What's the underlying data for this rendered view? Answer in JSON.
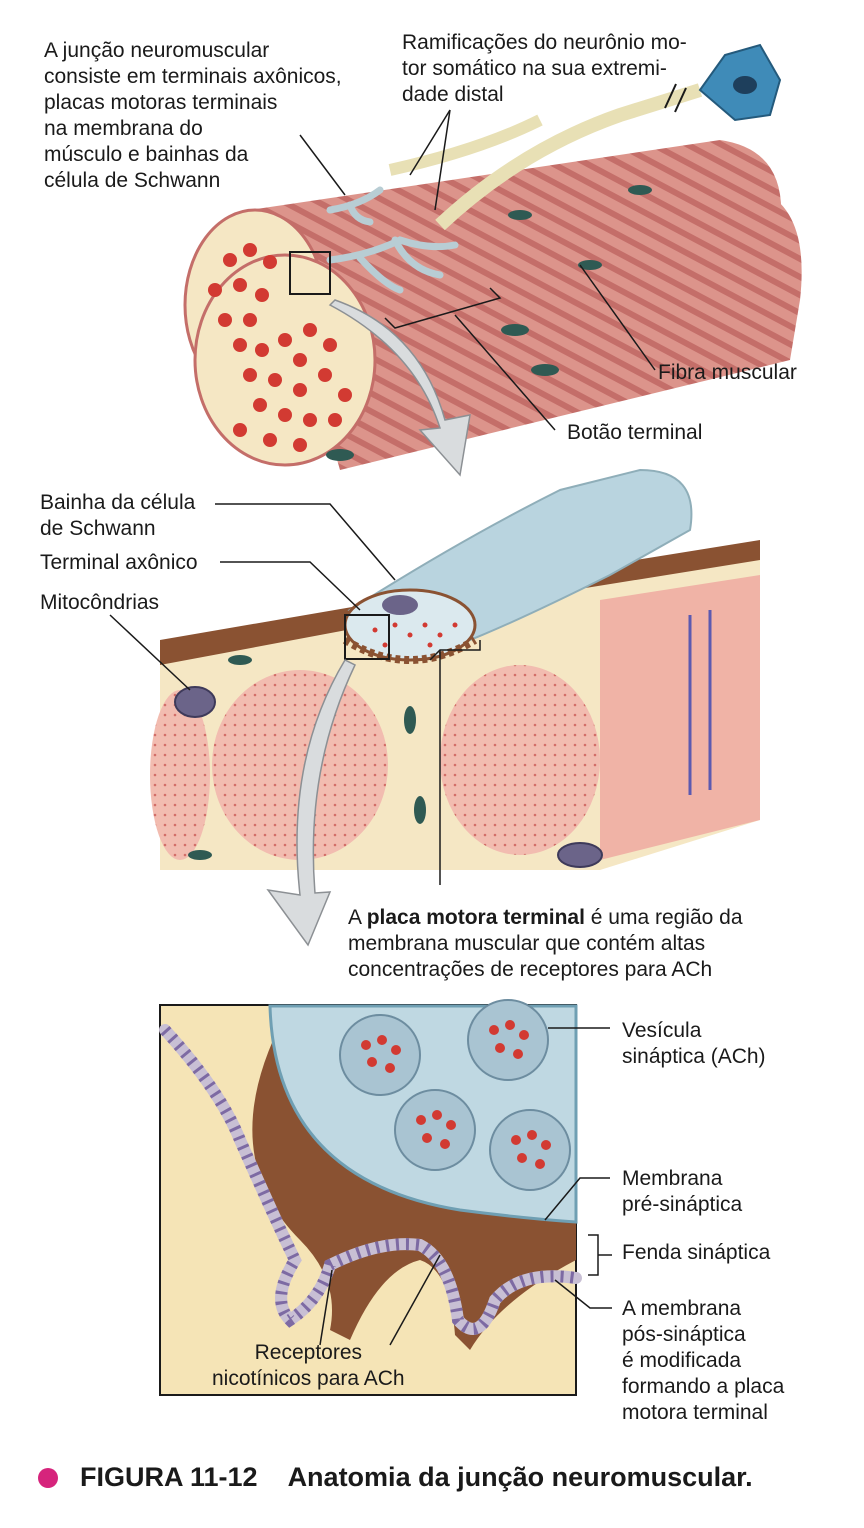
{
  "colors": {
    "accent_dot": "#d6247c",
    "muscle": "#d98a82",
    "muscle_stripe": "#c9736e",
    "cytoplasm": "#f5e7c4",
    "axon_blue": "#b9d4df",
    "nerve_body": "#3f8bb8",
    "vesicle_dot": "#d23a32",
    "synapse_brown": "#8a5232",
    "receptor": "#9b89b8",
    "mito": "#6b6489"
  },
  "panel1": {
    "label_nmj": "A junção neuromuscular\nconsiste em terminais axônicos,\nplacas motoras terminais\nna membrana do\nmúsculo e bainhas da\ncélula de Schwann",
    "label_branches": "Ramificações do neurônio mo-\ntor somático na sua extremi-\ndade distal",
    "label_fiber": "Fibra muscular",
    "label_bouton": "Botão terminal"
  },
  "panel2": {
    "label_schwann": "Bainha da célula\nde Schwann",
    "label_axon_terminal": "Terminal axônico",
    "label_mito": "Mitocôndrias",
    "label_endplate_pre": "A ",
    "label_endplate_bold": "placa motora terminal",
    "label_endplate_post": " é uma região da\nmembrana muscular que contém altas\nconcentrações de receptores para ACh"
  },
  "panel3": {
    "label_vesicle": "Vesícula\nsináptica (ACh)",
    "label_presyn": "Membrana\npré-sináptica",
    "label_cleft": "Fenda sináptica",
    "label_postsyn": "A membrana\npós-sináptica\né modificada\nformando a placa\nmotora terminal",
    "label_receptors": "Receptores\nnicotínicos para ACh"
  },
  "caption": {
    "number": "FIGURA 11-12",
    "title": "Anatomia da junção neuromuscular."
  }
}
